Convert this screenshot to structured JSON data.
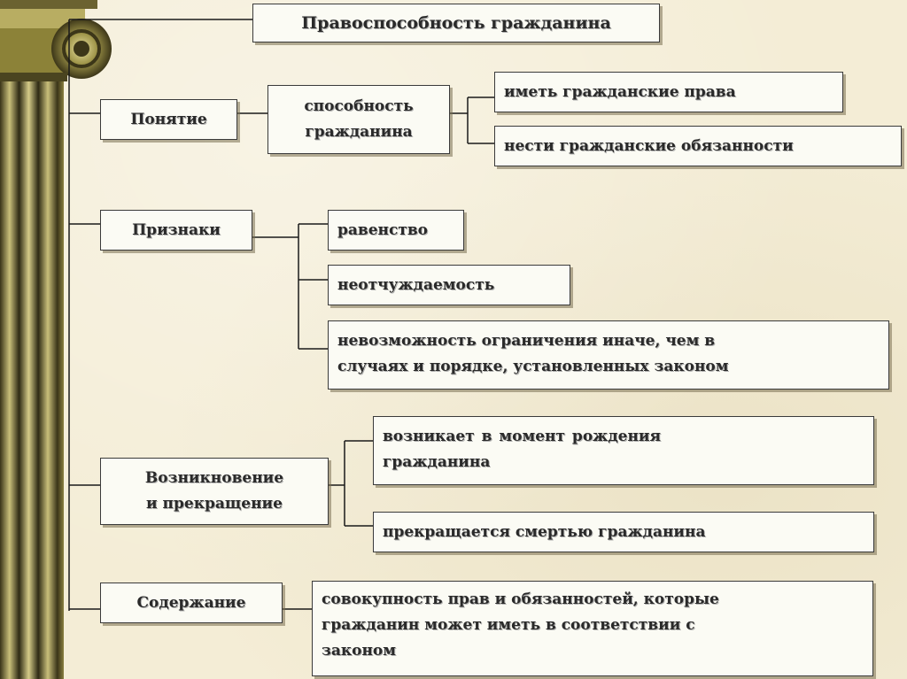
{
  "title": "Правоспособность гражданина",
  "categories": [
    {
      "label": "Понятие"
    },
    {
      "label": "Признаки"
    },
    {
      "label": "Возникновение\nи прекращение"
    },
    {
      "label": "Содержание"
    }
  ],
  "concept": {
    "middle": "способность\nгражданина",
    "items": [
      "иметь гражданские права",
      "нести гражданские обязанности"
    ]
  },
  "signs": {
    "items": [
      "равенство",
      "неотчуждаемость",
      "невозможность ограничения иначе, чем в\nслучаях и порядке, установленных законом"
    ]
  },
  "origin": {
    "items": [
      "возникает  в  момент  рождения\nгражданина",
      "прекращается смертью гражданина"
    ]
  },
  "content": {
    "text": "совокупность прав и обязанностей, которые\nгражданин может иметь в соответствии с\nзаконом"
  },
  "colors": {
    "background": "#f4edd6",
    "box_fill": "#fbfbf4",
    "border": "#3a3a3a",
    "text": "#2a2a2a"
  }
}
